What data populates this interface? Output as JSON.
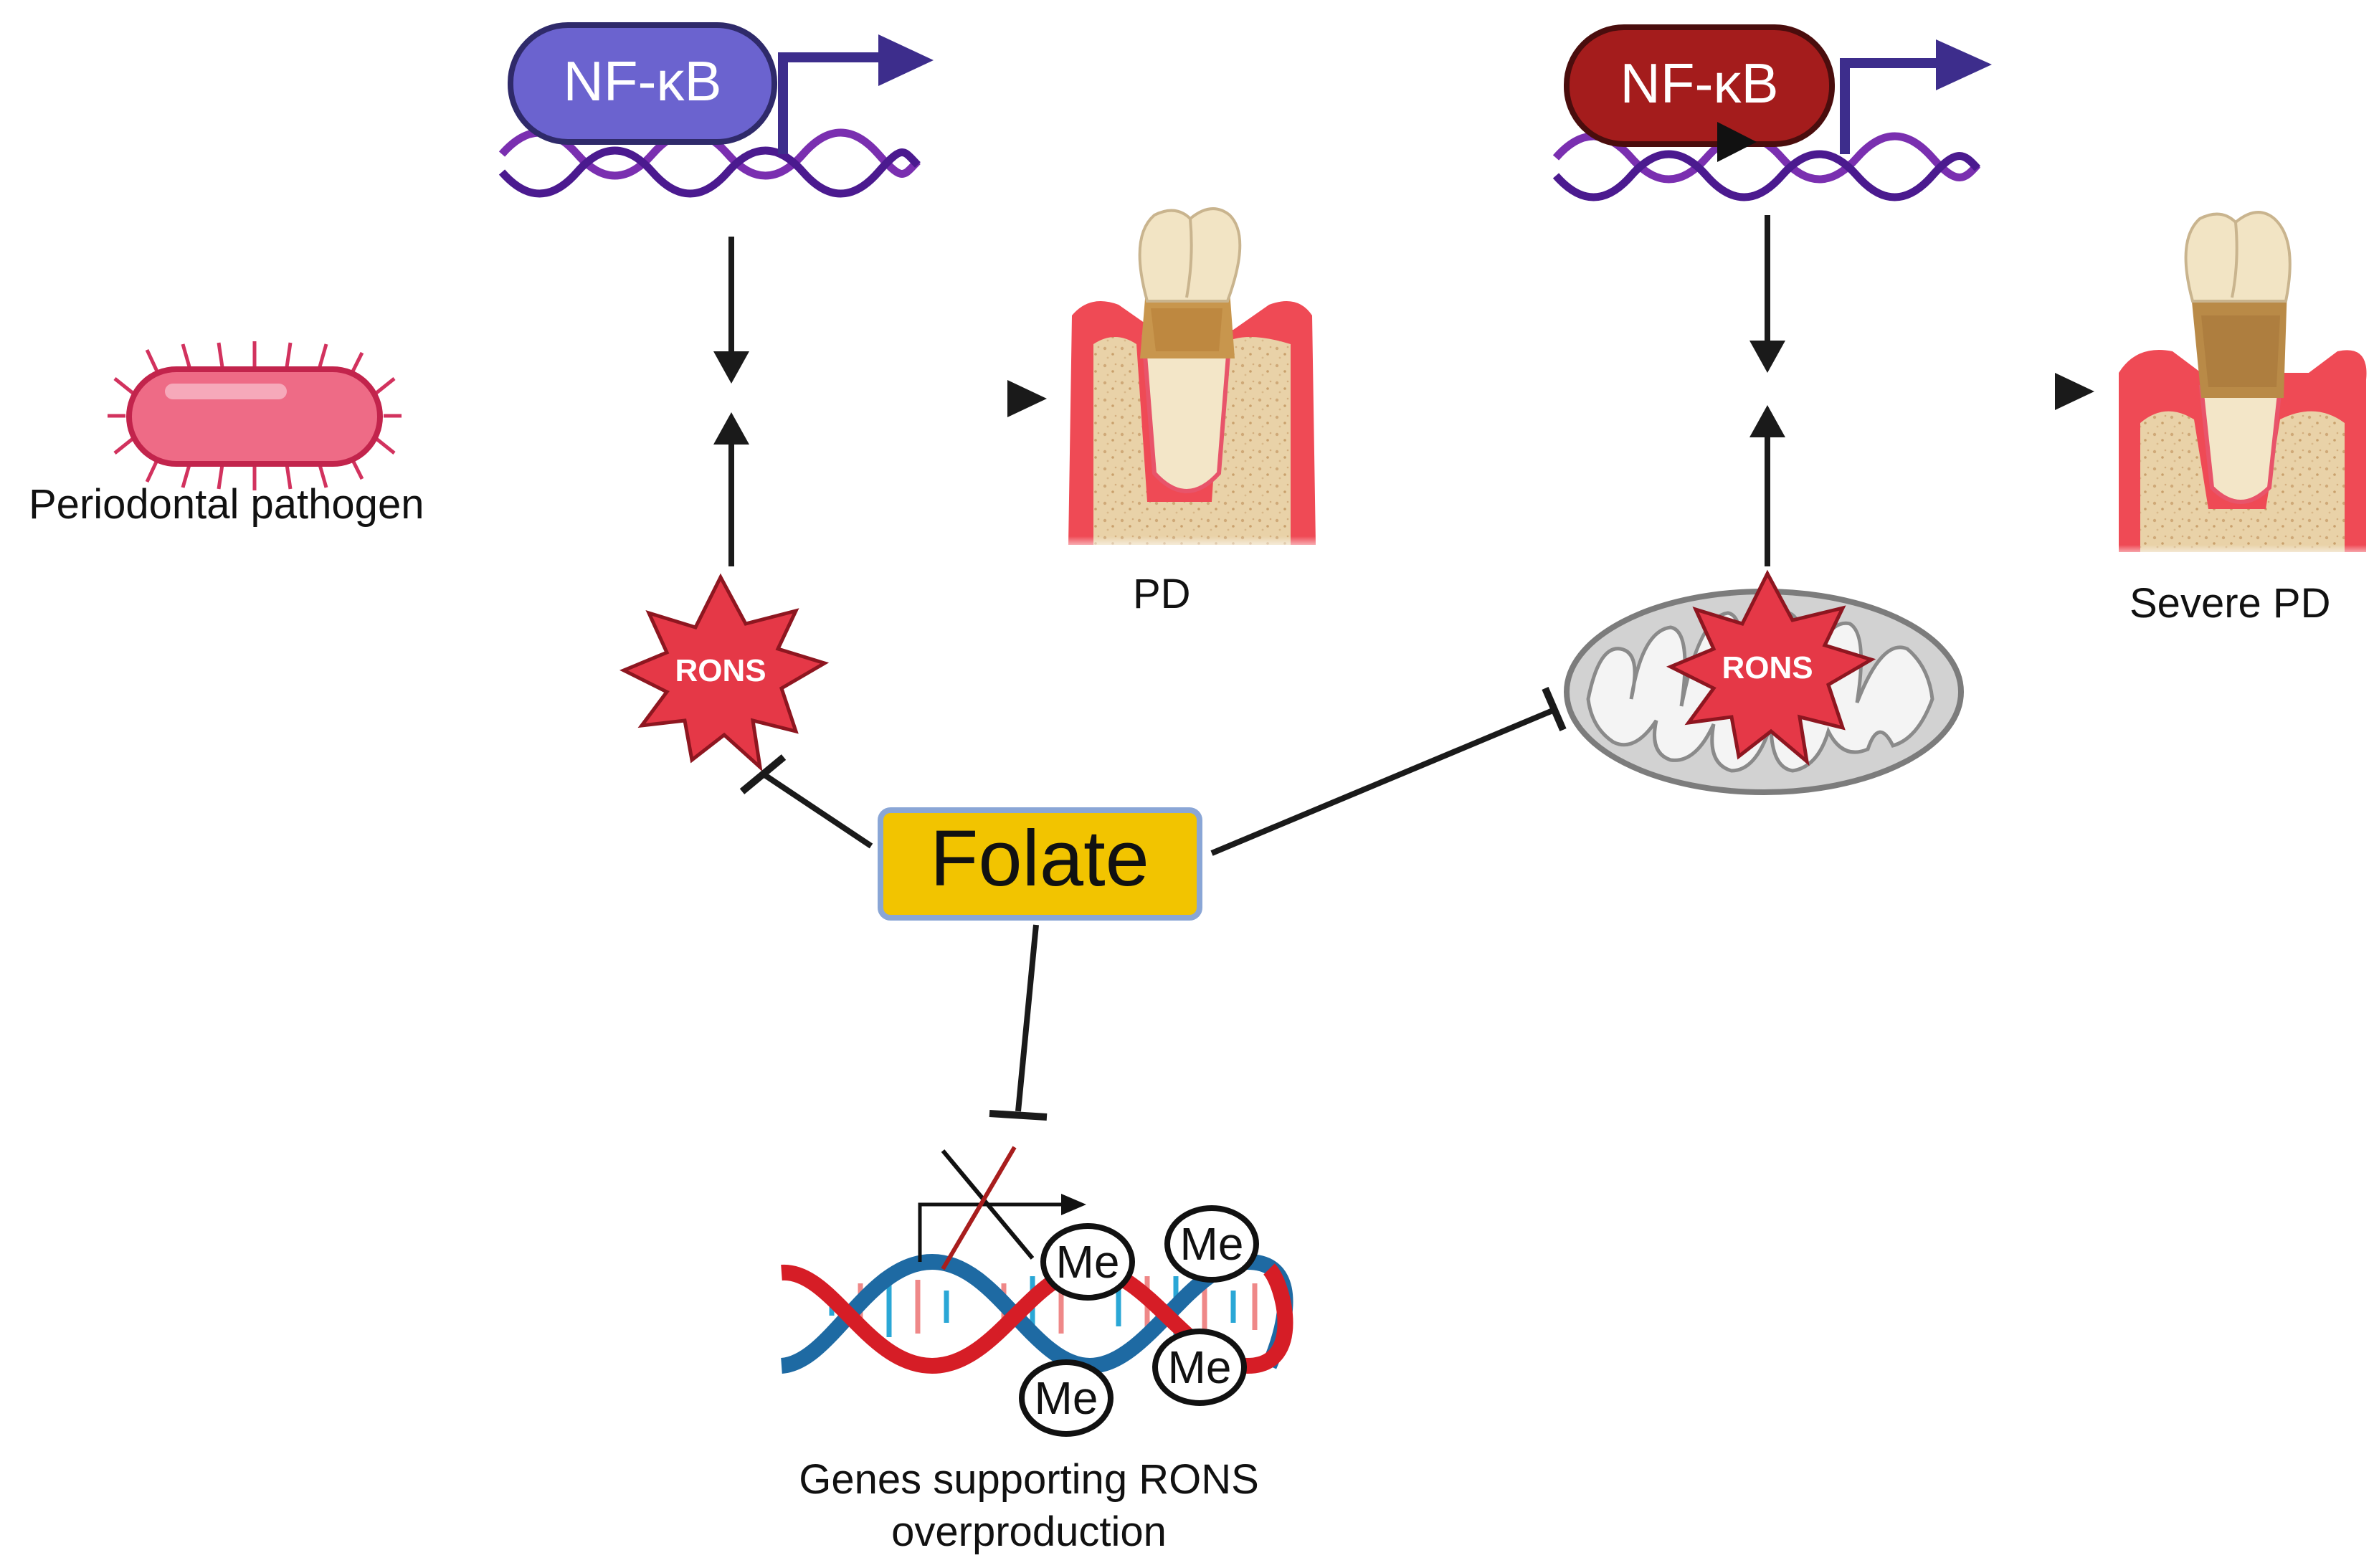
{
  "nfkb_left": {
    "label": "NF-κB",
    "color": "#6b63cf"
  },
  "nfkb_right": {
    "label": "NF-κB",
    "color": "#a41c1c"
  },
  "pathogen": {
    "label": "Periodontal pathogen"
  },
  "pd": {
    "label": "PD"
  },
  "severe_pd": {
    "label": "Severe PD"
  },
  "rons_left": {
    "label": "RONS"
  },
  "rons_mito": {
    "label": "RONS"
  },
  "folate": {
    "label": "Folate",
    "fill": "#f2c400",
    "border": "#8aa6d6"
  },
  "methyl_marks": {
    "label": "Me"
  },
  "genes": {
    "line1": "Genes supporting RONS",
    "line2": "overproduction"
  }
}
